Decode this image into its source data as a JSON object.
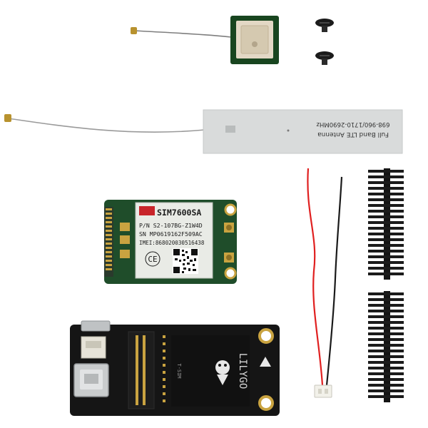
{
  "colors": {
    "background": "#ffffff",
    "pcb_black": "#151515",
    "module_green": "#1f4d2a",
    "module_label": "#e9ebe6",
    "gold": "#c9a340",
    "wire_red": "#e02020",
    "wire_black": "#1a1a1a",
    "antenna_gray": "#d9dbdb",
    "gps_patch": "#e3d8c5"
  },
  "module": {
    "model": "SIM7600SA",
    "pn": "P/N S2-107BG-Z1W4D",
    "sn": "SN MP0619162F509AC",
    "imei": "IMEI:868020030516438",
    "ce_mark": "CE"
  },
  "lte_antenna": {
    "band_text": "698-960/1710-2690MHz",
    "name_text": "Full Band LTE Antenna"
  },
  "board": {
    "brand": "LILYGO",
    "silk": "T-SIM"
  }
}
